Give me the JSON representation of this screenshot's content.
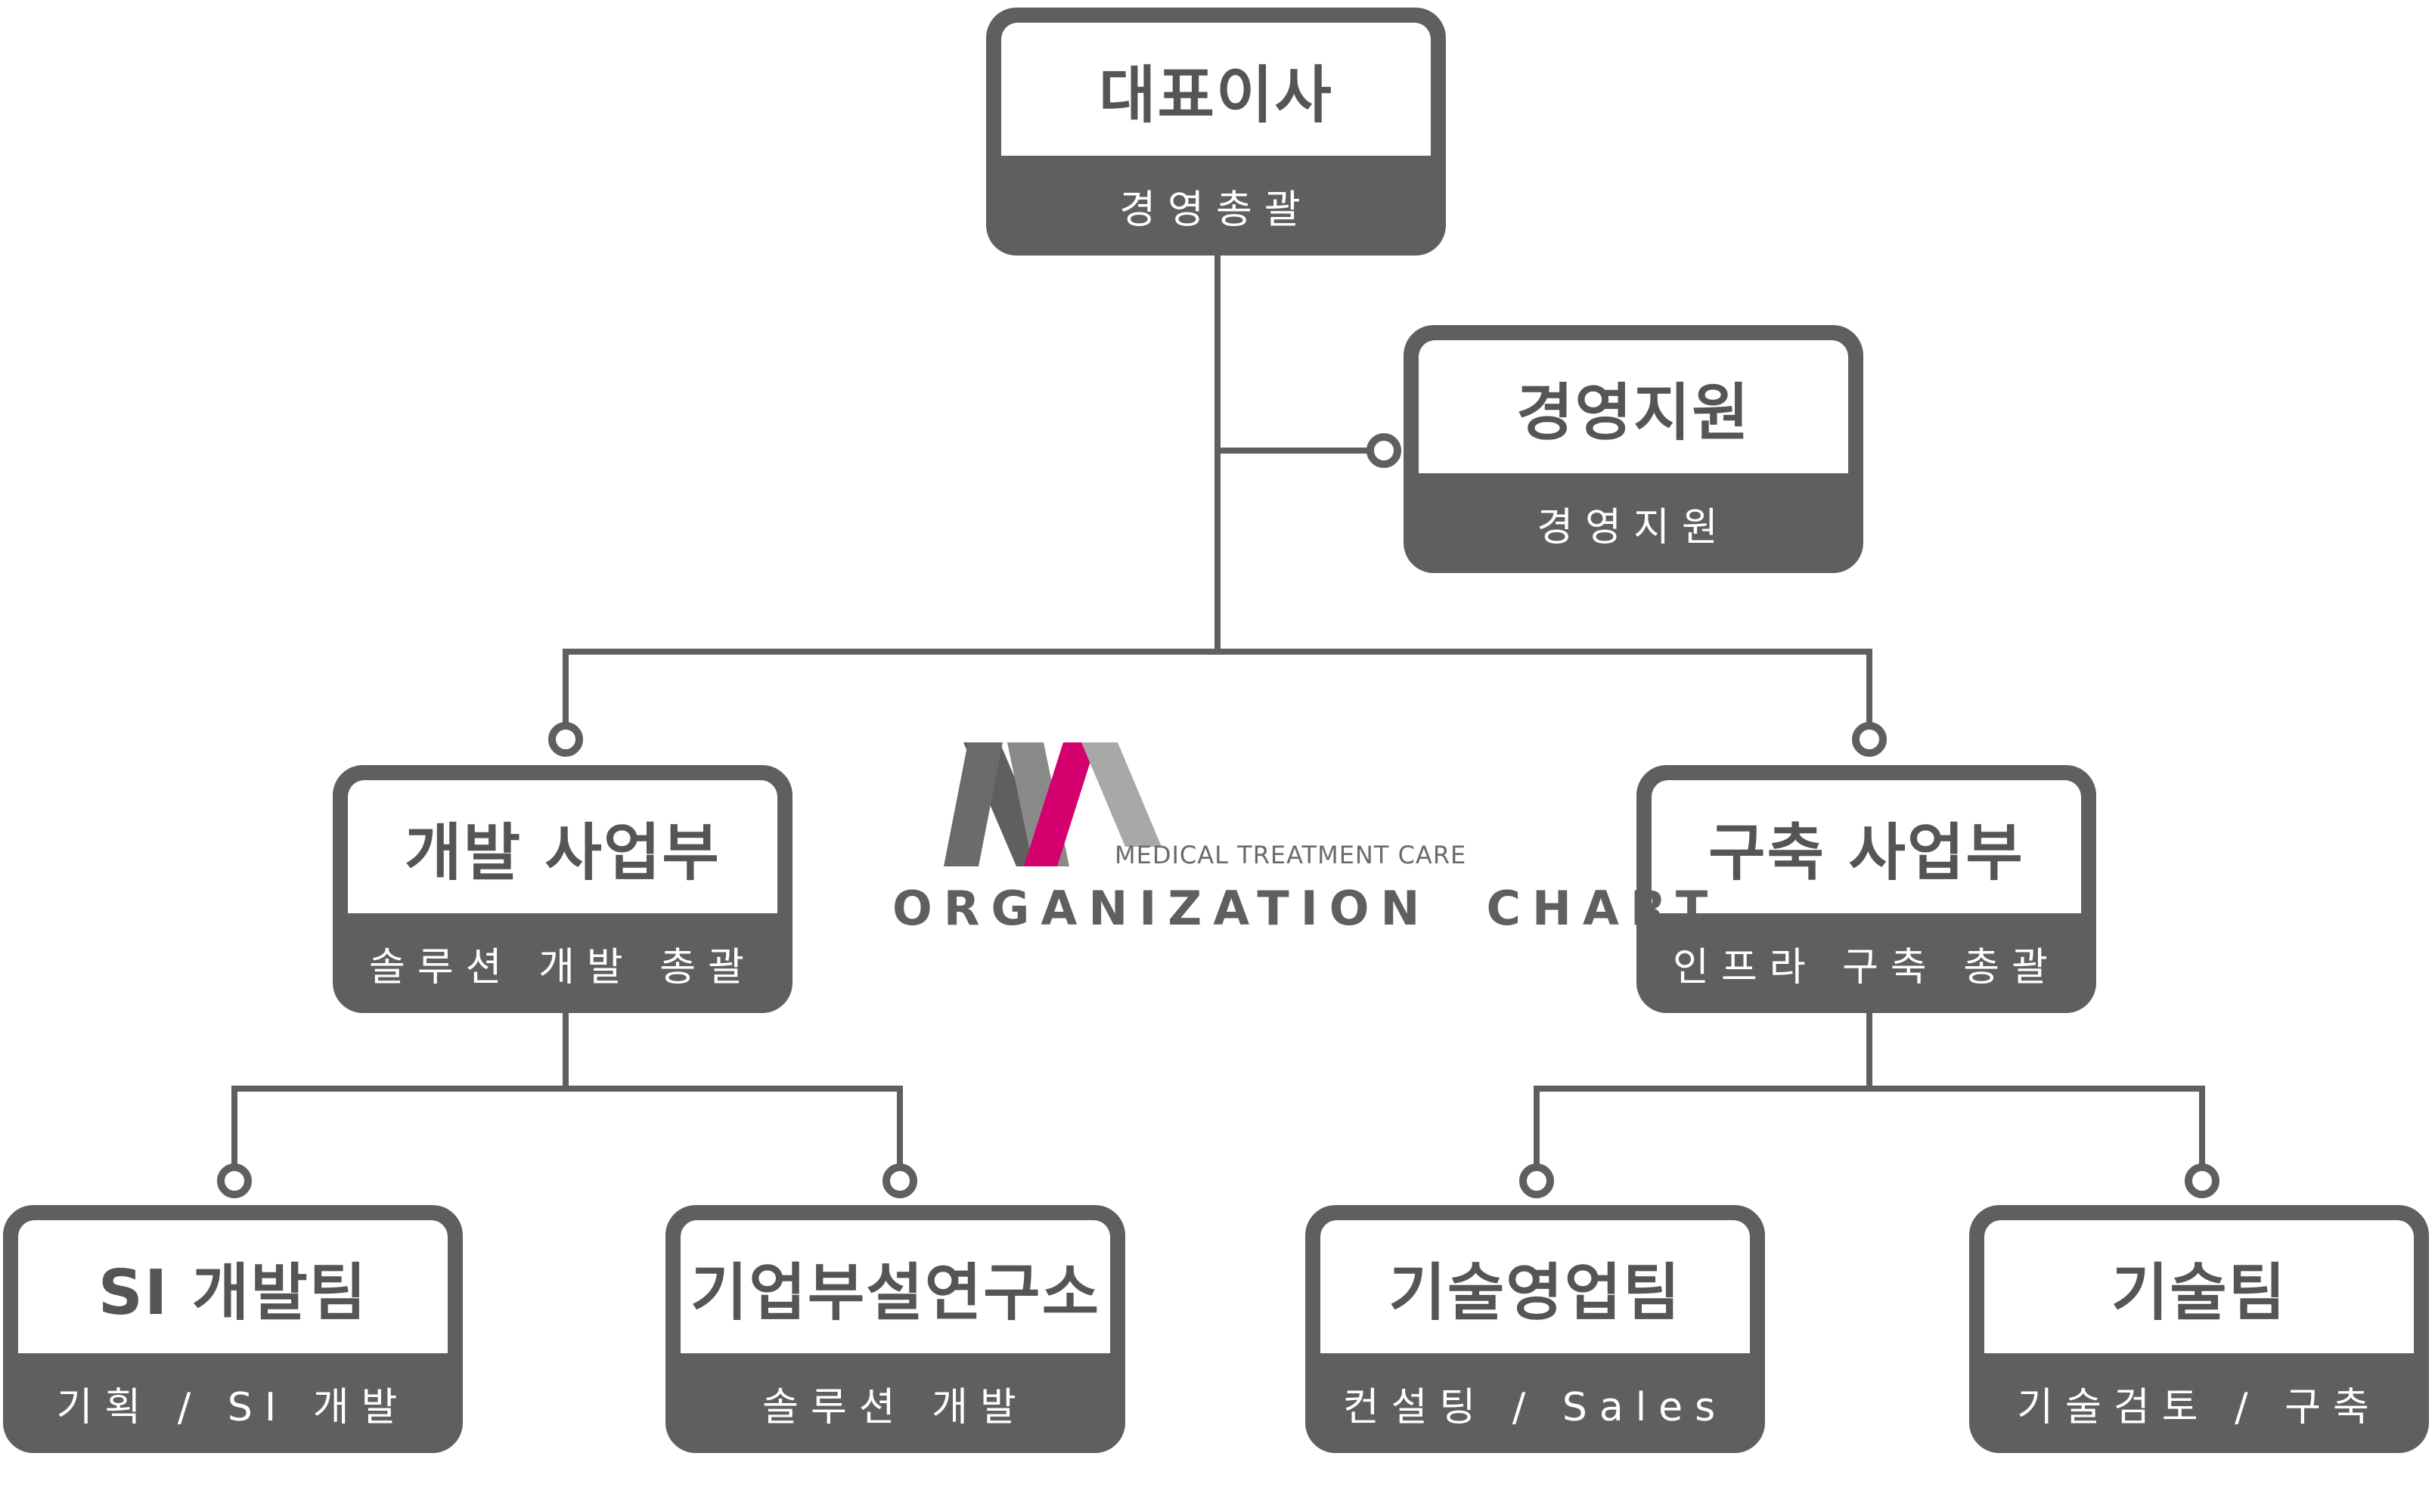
{
  "chart": {
    "logo_text": "MEDICAL TREATMENT CARE",
    "title": "ORGANIZATION  CHART",
    "colors": {
      "box": "#5f5f5f",
      "accent": "#d4006e",
      "line": "#5f5f5f"
    }
  },
  "nodes": {
    "ceo": {
      "title": "대표이사",
      "subtitle": "경영총괄"
    },
    "support": {
      "title": "경영지원",
      "subtitle": "경영지원"
    },
    "dev_division": {
      "title": "개발 사업부",
      "subtitle": "솔루션 개발 총괄"
    },
    "build_division": {
      "title": "구축 사업부",
      "subtitle": "인프라 구축 총괄"
    },
    "si_team": {
      "title": "SI 개발팀",
      "subtitle": "기획 / SI 개발"
    },
    "research_lab": {
      "title": "기업부설연구소",
      "subtitle": "솔루션 개발"
    },
    "sales_team": {
      "title": "기술영업팀",
      "subtitle": "컨설팅 / Sales"
    },
    "tech_team": {
      "title": "기술팀",
      "subtitle": "기술검토 / 구축"
    }
  }
}
